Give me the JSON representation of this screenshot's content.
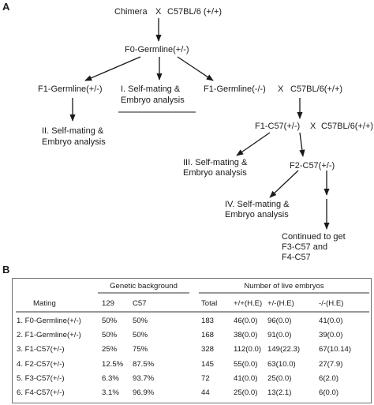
{
  "panel_a": {
    "label": "A",
    "chimera": "Chimera",
    "cross1": "X",
    "c57_1": "C57BL/6 (+/+)",
    "f0": "F0-Germline(+/-)",
    "f1_left": "F1-Germline(+/-)",
    "step1_l1": "I. Self-mating &",
    "step1_l2": "Embryo analysis",
    "f1_right": "F1-Germline(-/-)",
    "cross2": "X",
    "c57_2": "C57BL/6(+/+)",
    "step2_l1": "II. Self-mating &",
    "step2_l2": "Embryo analysis",
    "f1c57": "F1-C57(+/-)",
    "cross3": "X",
    "c57_3": "C57BL/6(+/+)",
    "step3_l1": "III. Self-mating &",
    "step3_l2": "Embryo analysis",
    "f2c57": "F2-C57(+/-)",
    "step4_l1": "IV. Self-mating &",
    "step4_l2": "Embryo analysis",
    "cont_l1": "Continued to get",
    "cont_l2": "F3-C57 and",
    "cont_l3": "F4-C57"
  },
  "panel_b": {
    "label": "B",
    "group_genetic": "Genetic background",
    "group_live": "Number of live embryos",
    "headers": [
      "Mating",
      "129",
      "C57",
      "Total",
      "+/+(H.E)",
      "+/-(H.E)",
      "-/-(H.E)"
    ],
    "rows": [
      [
        "1. F0-Germline(+/-)",
        "50%",
        "50%",
        "183",
        "46(0.0)",
        "96(0.0)",
        "41(0.0)"
      ],
      [
        "2. F1-Germline(+/-)",
        "50%",
        "50%",
        "168",
        "38(0.0)",
        "91(0.0)",
        "39(0.0)"
      ],
      [
        "3. F1-C57(+/-)",
        "25%",
        "75%",
        "328",
        "112(0.0)",
        "149(22.3)",
        "67(10.14)"
      ],
      [
        "4. F2-C57(+/-)",
        "12.5%",
        "87.5%",
        "145",
        "55(0.0)",
        "63(10.0)",
        "27(7.9)"
      ],
      [
        "5. F3-C57(+/-)",
        "6.3%",
        "93.7%",
        "72",
        "41(0.0)",
        "25(0.0)",
        "6(2.0)"
      ],
      [
        "6. F4-C57(+/-)",
        "3.1%",
        "96.9%",
        "44",
        "25(0.0)",
        "13(2.1)",
        "6(0.0)"
      ]
    ]
  }
}
